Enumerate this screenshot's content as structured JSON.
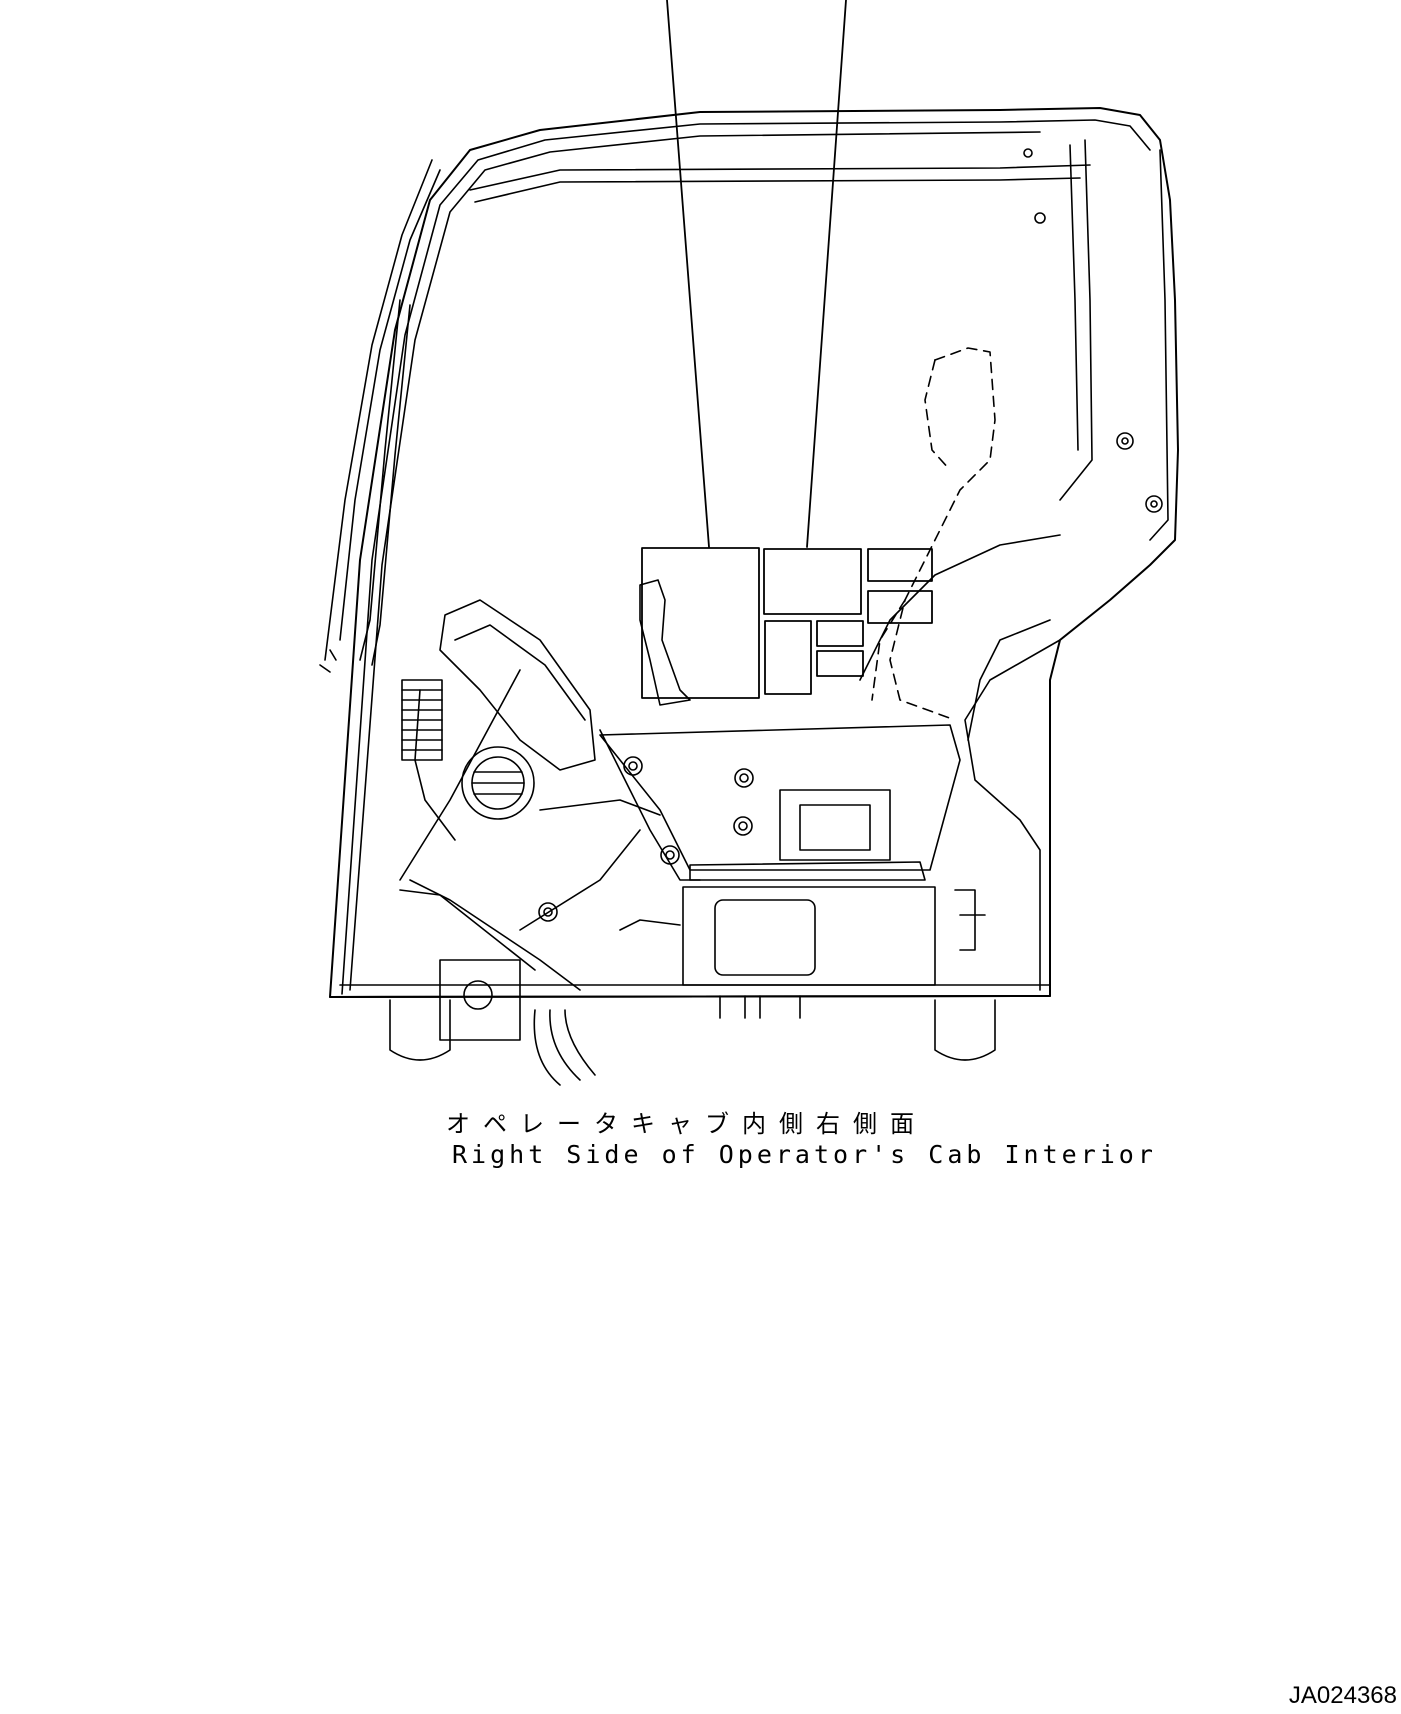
{
  "caption": {
    "japanese": "オペレータキャブ内側右側面",
    "english": "Right Side of Operator's Cab Interior"
  },
  "drawing_number": "JA024368",
  "colors": {
    "line": "#000000",
    "background": "#ffffff"
  }
}
